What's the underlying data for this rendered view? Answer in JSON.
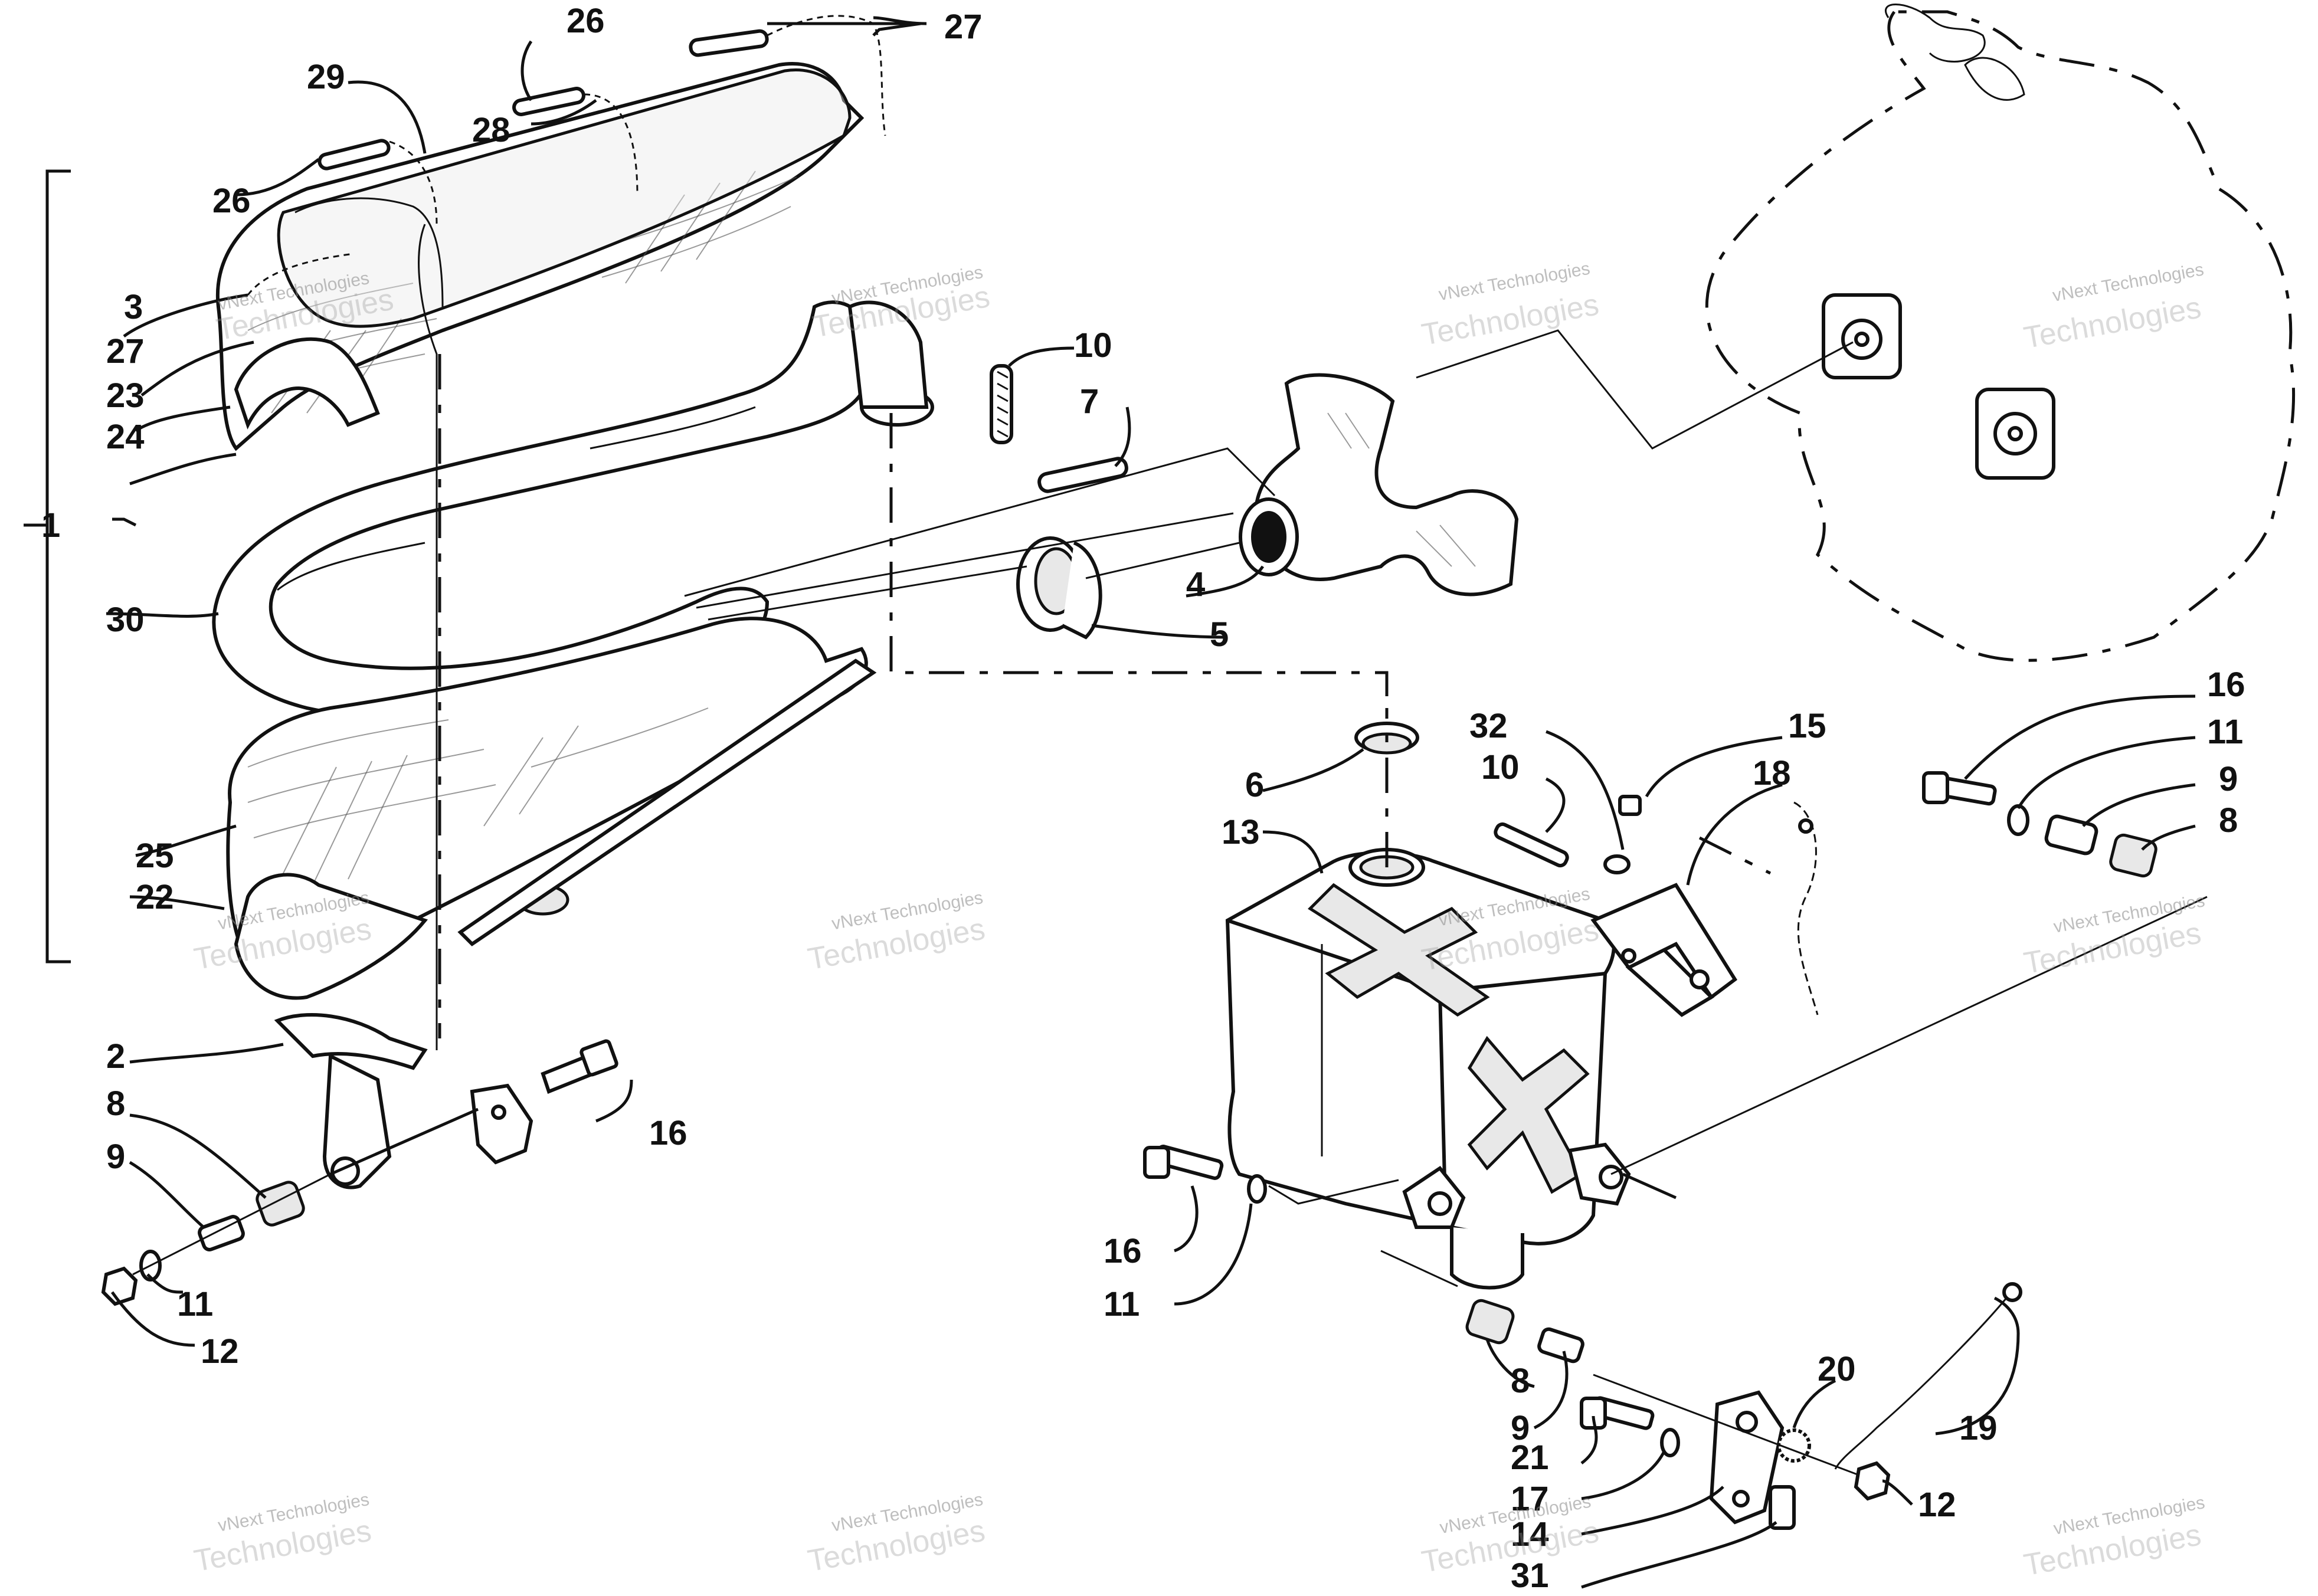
{
  "labels": {
    "l1": "1",
    "l2": "2",
    "l3": "3",
    "l4": "4",
    "l5": "5",
    "l6": "6",
    "l7": "7",
    "l8a": "8",
    "l8b": "8",
    "l8c": "8",
    "l9a": "9",
    "l9b": "9",
    "l9c": "9",
    "l10a": "10",
    "l10b": "10",
    "l11a": "11",
    "l11b": "11",
    "l11c": "11",
    "l12a": "12",
    "l12b": "12",
    "l13": "13",
    "l14": "14",
    "l15": "15",
    "l16a": "16",
    "l16b": "16",
    "l16c": "16",
    "l17": "17",
    "l18": "18",
    "l19": "19",
    "l20": "20",
    "l21": "21",
    "l22": "22",
    "l23": "23",
    "l24": "24",
    "l25": "25",
    "l26a": "26",
    "l26b": "26",
    "l27a": "27",
    "l27b": "27",
    "l28": "28",
    "l29": "29",
    "l30": "30",
    "l31": "31",
    "l32": "32"
  },
  "watermark": {
    "company": "vNext Technologies",
    "word": "Technologies"
  }
}
